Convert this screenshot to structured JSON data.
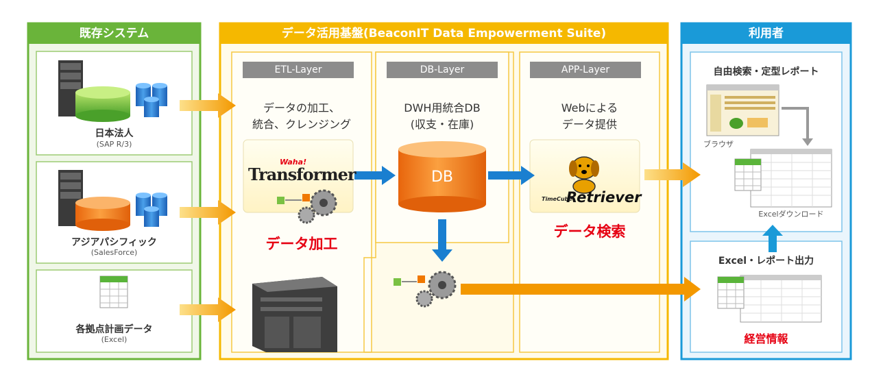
{
  "colors": {
    "green": "#6ab43a",
    "yellow": "#f5b800",
    "blue": "#1a9ad8",
    "red": "#e60012",
    "orange": "#f08c00",
    "arrow_blue": "#1a7fd0"
  },
  "legacy": {
    "title": "既存システム",
    "items": [
      {
        "name": "日本法人",
        "sub": "(SAP R/3)"
      },
      {
        "name": "アジアパシフィック",
        "sub": "(SalesForce)"
      },
      {
        "name": "各拠点計画データ",
        "sub": "(Excel)"
      }
    ]
  },
  "platform": {
    "title": "データ活用基盤(BeaconIT Data Empowerment Suite)",
    "etl": {
      "layer": "ETL-Layer",
      "desc1": "データの加工、",
      "desc2": "統合、クレンジング",
      "logo_small": "Waha!",
      "logo": "Transformer",
      "caption": "データ加工"
    },
    "db": {
      "layer": "DB-Layer",
      "desc1": "DWH用統合DB",
      "desc2": "(収支・在庫)",
      "label": "DB"
    },
    "app": {
      "layer": "APP-Layer",
      "desc1": "Webによる",
      "desc2": "データ提供",
      "logo_small": "TimeCube",
      "logo": "Retriever",
      "caption": "データ検索"
    }
  },
  "users": {
    "title": "利用者",
    "report": {
      "title": "自由検索・定型レポート",
      "browser": "ブラウザ",
      "download": "Excelダウンロード"
    },
    "excel": {
      "title": "Excel・レポート出力",
      "caption": "経営情報"
    }
  }
}
